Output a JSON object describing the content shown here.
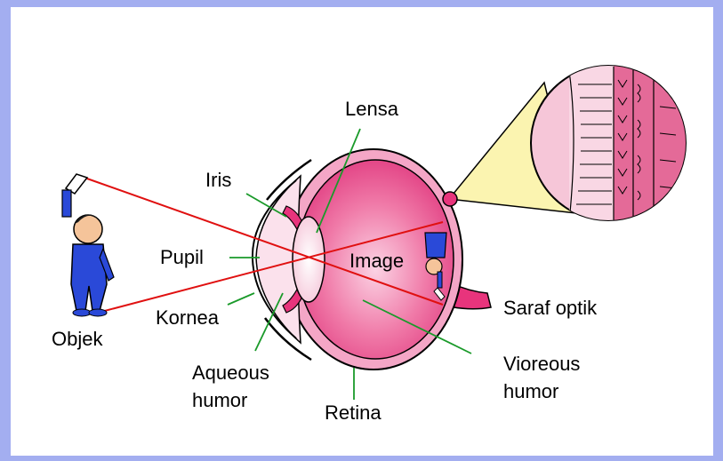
{
  "labels": {
    "lensa": "Lensa",
    "iris": "Iris",
    "pupil": "Pupil",
    "image": "Image",
    "kornea": "Kornea",
    "objek": "Objek",
    "aqueous_line1": "Aqueous",
    "aqueous_line2": "humor",
    "retina": "Retina",
    "saraf_optik": "Saraf optik",
    "vioreous_line1": "Vioreous",
    "vioreous_line2": "humor"
  },
  "colors": {
    "background_border": "#a3aef0",
    "panel": "#ffffff",
    "eye_pink": "#e8347c",
    "eye_light_pink": "#f07aa8",
    "magnifier_yellow": "#fbf4b0",
    "ray_red": "#e01010",
    "leader_green": "#1a9a2a",
    "figure_blue": "#2a49d8"
  }
}
